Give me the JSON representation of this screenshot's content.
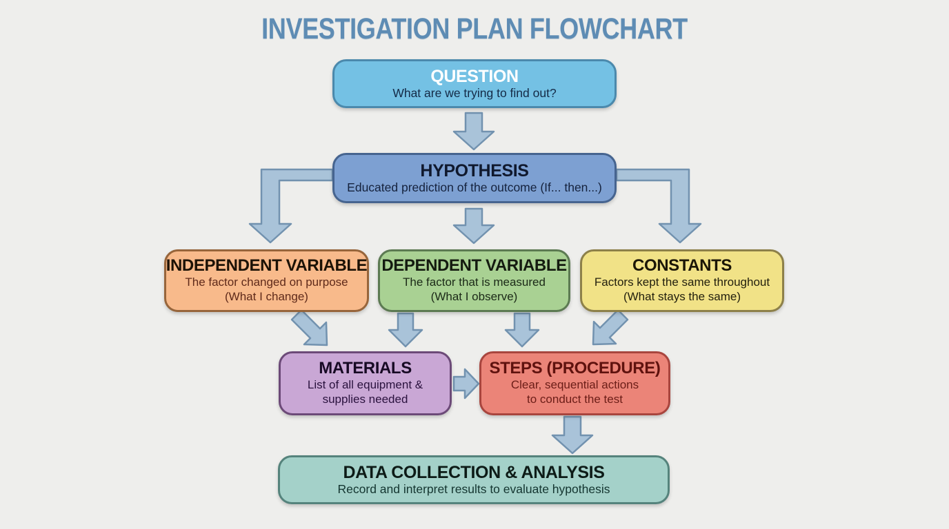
{
  "title": "INVESTIGATION PLAN FLOWCHART",
  "boxes": {
    "question": {
      "title": "QUESTION",
      "lines": [
        "What are we trying to find out?"
      ],
      "fill": "#74c1e4",
      "border": "#4b89ac"
    },
    "hypothesis": {
      "title": "HYPOTHESIS",
      "lines": [
        "Educated prediction of the outcome (If... then...)"
      ],
      "fill": "#7da0d2",
      "border": "#46648f"
    },
    "independent_variable": {
      "title": "INDEPENDENT VARIABLE",
      "lines": [
        "The factor changed on purpose",
        "(What I change)"
      ],
      "fill": "#f8ba8b",
      "border": "#97653b"
    },
    "dependent_variable": {
      "title": "DEPENDENT VARIABLE",
      "lines": [
        "The factor that is measured",
        "(What I observe)"
      ],
      "fill": "#a9d193",
      "border": "#5c7a52"
    },
    "constants": {
      "title": "CONSTANTS",
      "lines": [
        "Factors kept the same throughout",
        "(What stays the same)"
      ],
      "fill": "#f1e287",
      "border": "#8d8049"
    },
    "materials": {
      "title": "MATERIALS",
      "lines": [
        "List of all equipment &",
        "supplies needed"
      ],
      "fill": "#c9a7d5",
      "border": "#6c4a78"
    },
    "steps": {
      "title": "STEPS (PROCEDURE)",
      "lines": [
        "Clear, sequential actions",
        "to conduct the test"
      ],
      "fill": "#eb8478",
      "border": "#a8453e"
    },
    "data_collection": {
      "title": "DATA COLLECTION & ANALYSIS",
      "lines": [
        "Record and interpret results to evaluate hypothesis"
      ],
      "fill": "#a4d1c9",
      "border": "#55837c"
    }
  },
  "arrows": [
    {
      "from": "question",
      "to": "hypothesis"
    },
    {
      "from": "hypothesis",
      "to": "independent_variable"
    },
    {
      "from": "hypothesis",
      "to": "dependent_variable"
    },
    {
      "from": "hypothesis",
      "to": "constants"
    },
    {
      "from": "independent_variable",
      "to": "materials"
    },
    {
      "from": "dependent_variable",
      "to": "materials"
    },
    {
      "from": "dependent_variable",
      "to": "steps"
    },
    {
      "from": "constants",
      "to": "steps"
    },
    {
      "from": "materials",
      "to": "steps"
    },
    {
      "from": "steps",
      "to": "data_collection"
    }
  ],
  "colors": {
    "background": "#eeeeec",
    "title_text": "#5e8cb4",
    "arrow_fill": "#a9c3d9",
    "arrow_stroke": "#7292af"
  }
}
